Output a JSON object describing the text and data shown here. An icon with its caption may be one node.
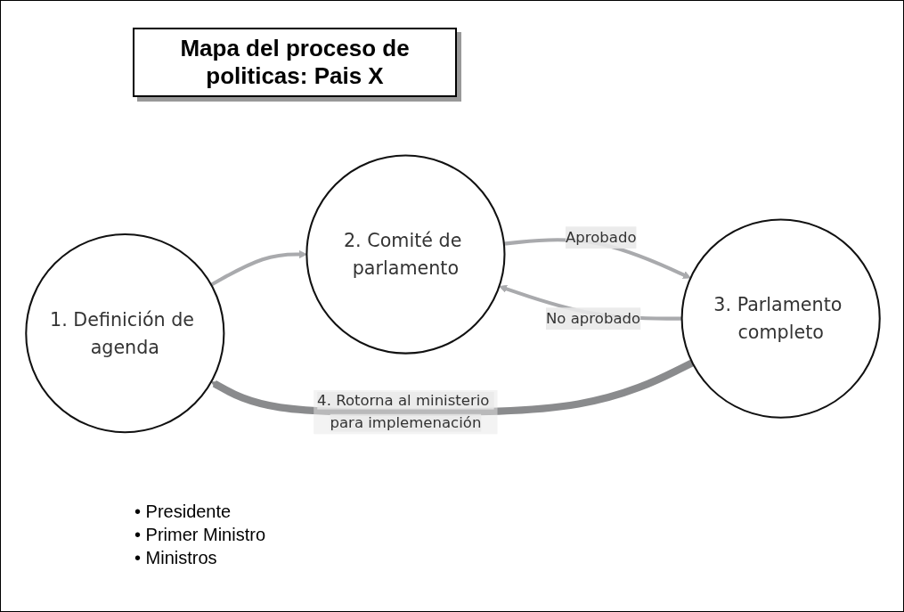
{
  "diagram": {
    "title": "Mapa del proceso de politicas: Pais X",
    "nodes": [
      {
        "text": [
          "1. Definición de agenda"
        ]
      },
      {
        "text": [
          "2. Comité de parlamento"
        ]
      },
      {
        "text": [
          "3. Parlamento completo"
        ]
      }
    ],
    "edges": [
      {
        "from": 0,
        "to": 1,
        "arrow": "to"
      },
      {
        "from": 1,
        "to": 2,
        "arrow": "to",
        "label": "Aprobado"
      },
      {
        "from": 2,
        "to": 1,
        "arrow": "to",
        "label": "No aprobado"
      },
      {
        "from": 2,
        "to": 0,
        "arrow": "to",
        "label": "4. Rotorna al ministerio para implemenación",
        "style": "thick",
        "color": "#8a8b8d"
      }
    ],
    "labels": [
      "• Presidente",
      "• Primer Ministro",
      "• Ministros"
    ]
  }
}
